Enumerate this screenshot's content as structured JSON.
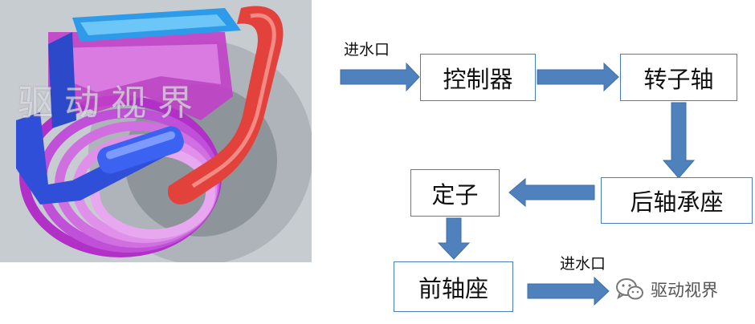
{
  "diagram": {
    "inlet_label": "进水口",
    "outlet_label": "进水口",
    "nodes": {
      "controller": "控制器",
      "rotor_shaft": "转子轴",
      "rear_bearing_seat": "后轴承座",
      "stator": "定子",
      "front_bearing_seat": "前轴座"
    },
    "colors": {
      "arrow_fill": "#4f81bd",
      "box_border": "#4a7ebb"
    }
  },
  "photo": {
    "watermark": "驱动视界"
  },
  "brand": {
    "icon": "wechat-icon",
    "name": "驱动视界"
  }
}
